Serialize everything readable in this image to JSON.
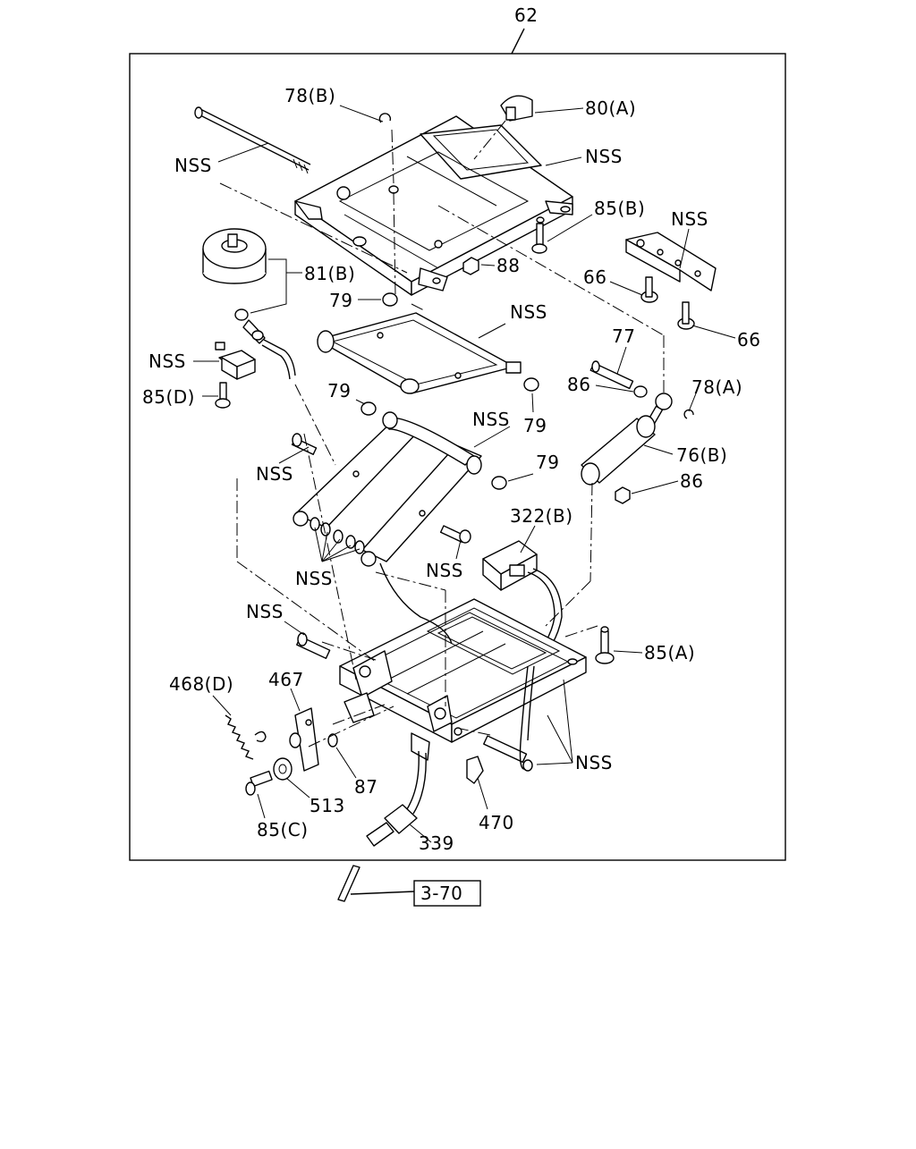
{
  "diagram": {
    "assembly_number": "62",
    "reference_box": "3-70",
    "callouts": {
      "c78b": "78(B)",
      "c80a": "80(A)",
      "nss_rod": "NSS",
      "nss_top": "NSS",
      "c85b": "85(B)",
      "nss_bracket": "NSS",
      "c88": "88",
      "c81b": "81(B)",
      "c66a": "66",
      "c66b": "66",
      "c79a": "79",
      "nss_arm": "NSS",
      "nss_clip": "NSS",
      "c85d": "85(D)",
      "c79b": "79",
      "c79c": "79",
      "c77": "77",
      "c86a": "86",
      "c78a": "78(A)",
      "nss_mid": "NSS",
      "c76b": "76(B)",
      "c79d": "79",
      "nss_bolt": "NSS",
      "c86b": "86",
      "c322b": "322(B)",
      "nss_bolt2": "NSS",
      "nss_washers": "NSS",
      "nss_pin": "NSS",
      "c85a": "85(A)",
      "c468d": "468(D)",
      "c467": "467",
      "nss_bottom": "NSS",
      "c87": "87",
      "c513": "513",
      "c85c": "85(C)",
      "c339": "339",
      "c470": "470"
    }
  }
}
